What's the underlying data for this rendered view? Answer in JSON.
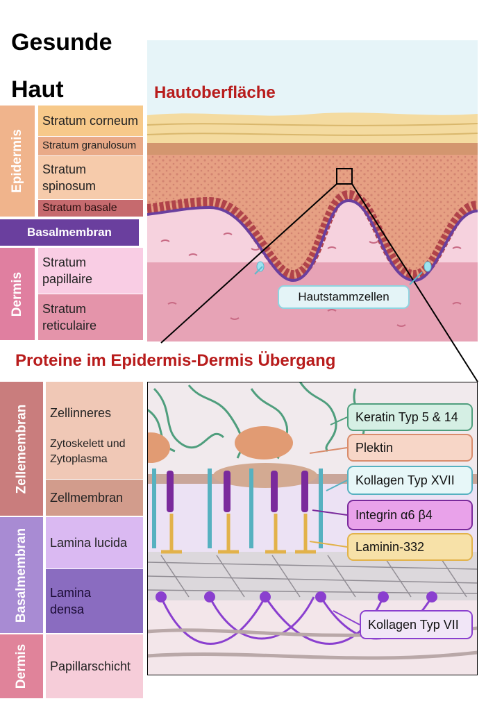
{
  "title_line1": "Gesunde",
  "title_line2": "Haut",
  "surface_label": "Hautoberfläche",
  "stem_cells_label": "Hautstammzellen",
  "proteins_heading": "Proteine im Epidermis-Dermis Übergang",
  "top_section": {
    "group_labels": {
      "epidermis": "Epidermis",
      "dermis": "Dermis"
    },
    "layers": {
      "corneum": "Stratum corneum",
      "granulosum": "Stratum granulosum",
      "spinosum": "Stratum\nspinosum",
      "basale": "Stratum basale",
      "basalmembran": "Basalmembran",
      "papillaire": "Stratum\npapillaire",
      "reticulaire": "Stratum\nreticulaire"
    }
  },
  "bottom_section": {
    "group_labels": {
      "zellmembran": "Zellemembran",
      "basalmembran": "Basalmembran",
      "dermis": "Dermis"
    },
    "layers": {
      "zellinneres": "Zellinneres",
      "zytoskelett": "Zytoskelett und\nZytoplasma",
      "zellmembran": "Zellmembran",
      "lamina_lucida": "Lamina lucida",
      "lamina_densa": "Lamina\ndensa",
      "papillarschicht": "Papillarschicht"
    }
  },
  "proteins": {
    "keratin": "Keratin Typ 5 & 14",
    "plektin": "Plektin",
    "kollagen17": "Kollagen Typ XVII",
    "integrin": "Integrin α6 β4",
    "laminin": "Laminin-332",
    "kollagen7": "Kollagen Typ VII"
  },
  "colors": {
    "heading_red": "#b81c1c",
    "keratin": "#4f9e7d",
    "plektin": "#d98c6c",
    "kollagen17": "#56b1c0",
    "integrin": "#7a2a9c",
    "laminin": "#e2b24a",
    "kollagen7": "#8a3fcf"
  }
}
